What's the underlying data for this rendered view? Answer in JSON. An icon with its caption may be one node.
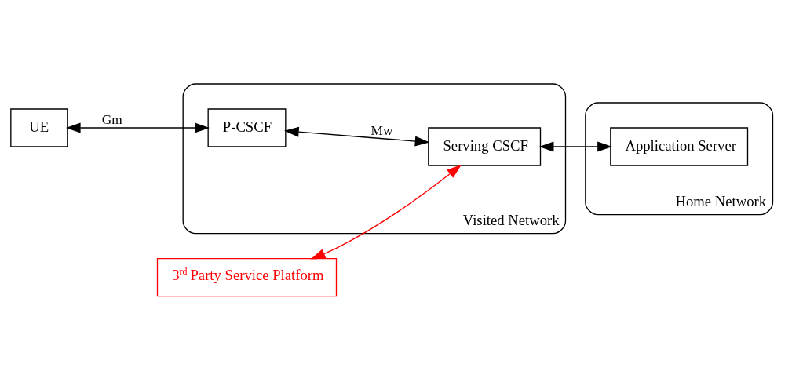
{
  "diagram": {
    "nodes": [
      {
        "text": [
          "Home Network"
        ]
      },
      {
        "text": [
          "Application Server"
        ],
        "in": 0
      },
      {
        "text": [
          "3$^{rd}$ Party Service Platform"
        ]
      },
      {
        "text": [
          "Visited Network"
        ]
      },
      {
        "text": [
          "Serving CSCF"
        ],
        "in": 3
      },
      {
        "text": [
          "P-CSCF"
        ],
        "in": 3
      },
      {
        "text": [
          "UE"
        ]
      }
    ],
    "edges": [
      {
        "from": 4,
        "to": 1,
        "arrow": "both"
      },
      {
        "from": 2,
        "to": 4,
        "arrow": "both",
        "color": "#ff0000"
      },
      {
        "from": 5,
        "to": 4,
        "arrow": "both",
        "label": "Mw"
      },
      {
        "from": 6,
        "to": 5,
        "arrow": "both",
        "label": "Gm"
      }
    ]
  }
}
